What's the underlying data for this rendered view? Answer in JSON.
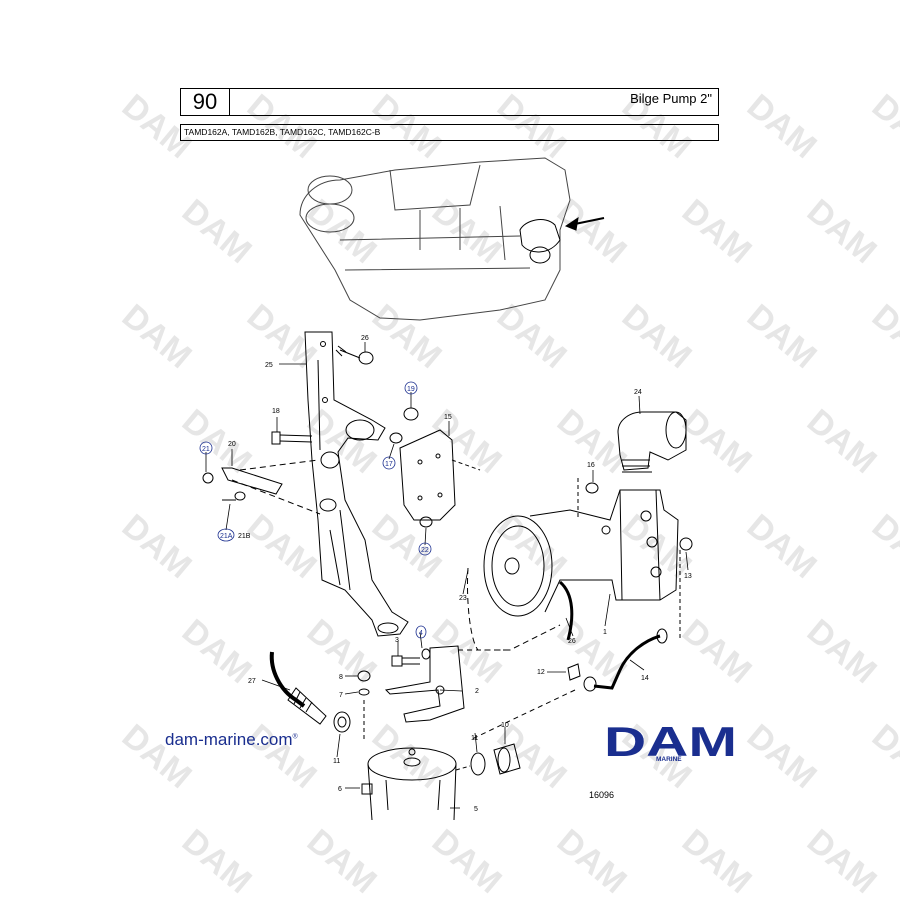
{
  "header": {
    "section_number": "90",
    "title": "Bilge Pump 2\"",
    "models": "TAMD162A, TAMD162B, TAMD162C, TAMD162C-B"
  },
  "footer": {
    "website": "dam-marine.com",
    "website_mark": "®",
    "drawing_number": "16096"
  },
  "logo": {
    "word": "DAM",
    "subtitle": "MARINE"
  },
  "watermark_text": "DAM",
  "colors": {
    "brand_blue": "#1a2e8f",
    "watermark": "#e6e6e6",
    "line": "#000000"
  },
  "callouts": {
    "p1": "1",
    "p2": "2",
    "p3": "3",
    "p4": "4",
    "p5": "5",
    "p6": "6",
    "p7": "7",
    "p8": "8",
    "p10": "10",
    "p11a": "11",
    "p11b": "11",
    "p12": "12",
    "p13": "13",
    "p14": "14",
    "p15": "15",
    "p16": "16",
    "p17": "17",
    "p18": "18",
    "p19": "19",
    "p20": "20",
    "p21": "21",
    "p21a": "21A",
    "p21b": "21B",
    "p22": "22",
    "p23": "23",
    "p24": "24",
    "p25": "25",
    "p26a": "26",
    "p26b": "26",
    "p27": "27"
  }
}
